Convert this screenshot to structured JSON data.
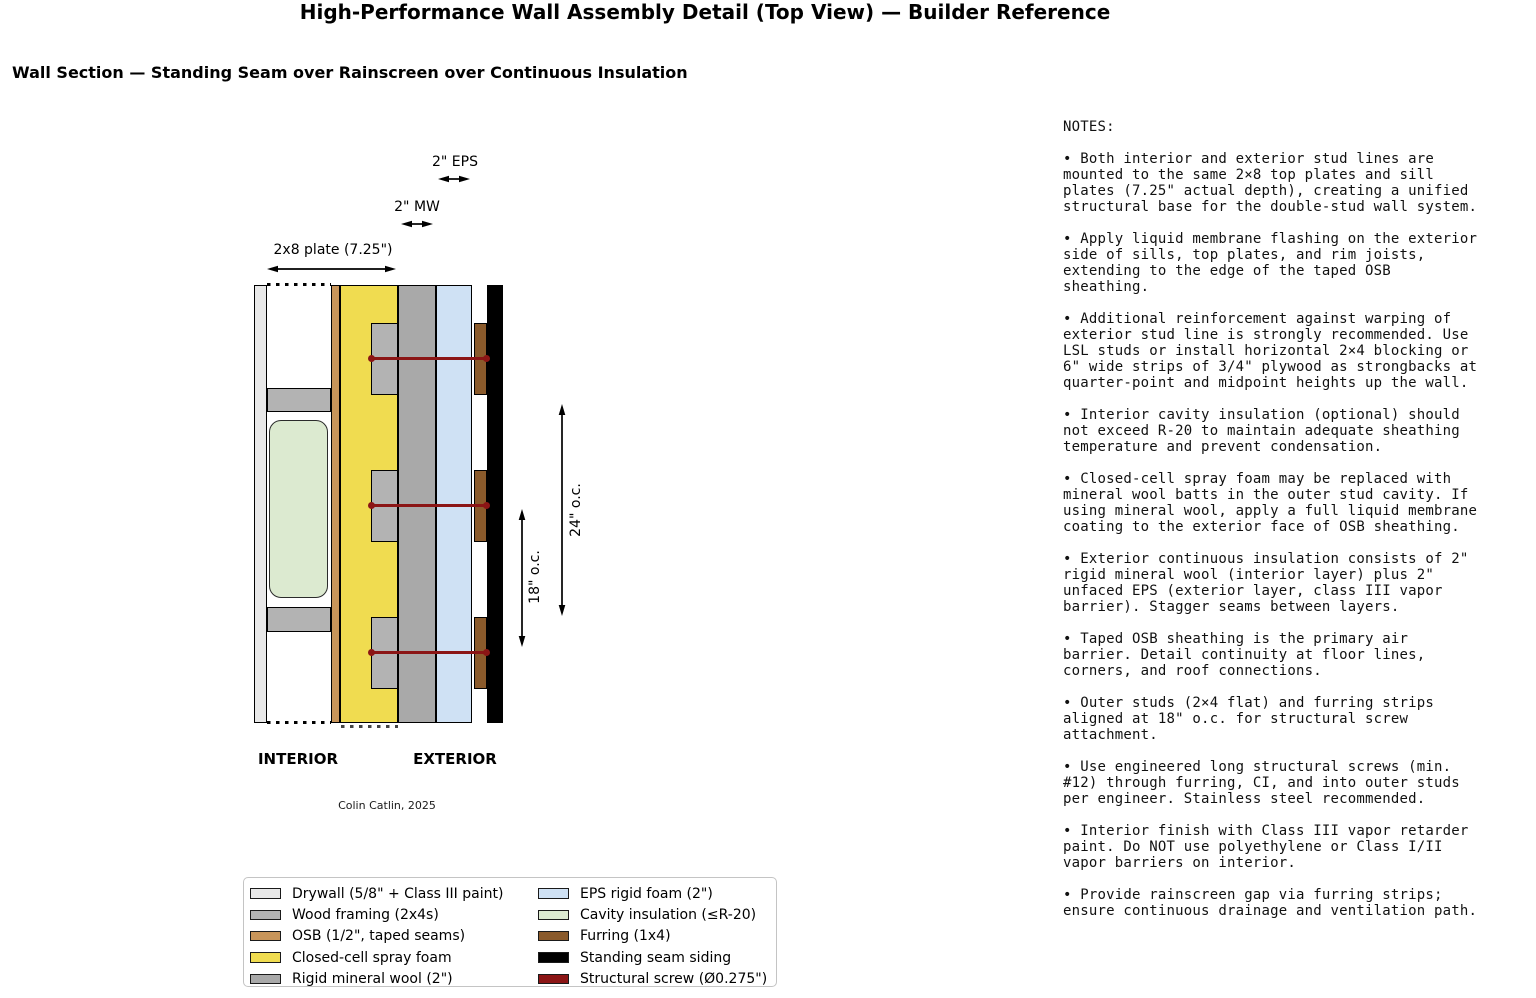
{
  "header": {
    "title": "High-Performance Wall Assembly Detail (Top View) — Builder Reference",
    "subtitle": "Wall Section — Standing Seam over Rainscreen over Continuous Insulation"
  },
  "diagram": {
    "dimensions": {
      "eps": "2\" EPS",
      "mw": "2\" MW",
      "plate": "2x8 plate (7.25\")",
      "oc24": "24\" o.c.",
      "oc18": "18\" o.c."
    },
    "labels": {
      "interior": "INTERIOR",
      "exterior": "EXTERIOR"
    },
    "attribution": "Colin Catlin, 2025",
    "colors": {
      "drywall": "#e8e8e8",
      "wood_framing": "#b3b3b3",
      "osb": "#c8955a",
      "spray_foam": "#f0dc50",
      "mineral_wool": "#a9a9a9",
      "eps": "#cfe1f4",
      "cavity_insulation": "#dcead0",
      "furring": "#8a5a2b",
      "siding": "#000000",
      "screw": "#8b1515"
    }
  },
  "legend": {
    "items": [
      {
        "label": "Drywall (5/8\" + Class III paint)",
        "color": "#e8e8e8"
      },
      {
        "label": "Wood framing (2x4s)",
        "color": "#b3b3b3"
      },
      {
        "label": "OSB (1/2\", taped seams)",
        "color": "#c8955a"
      },
      {
        "label": "Closed-cell spray foam",
        "color": "#f0dc50"
      },
      {
        "label": "Rigid mineral wool (2\")",
        "color": "#a9a9a9"
      },
      {
        "label": "EPS rigid foam (2\")",
        "color": "#cfe1f4"
      },
      {
        "label": "Cavity insulation (≤R-20)",
        "color": "#dcead0"
      },
      {
        "label": "Furring (1x4)",
        "color": "#8a5a2b"
      },
      {
        "label": "Standing seam siding",
        "color": "#000000"
      },
      {
        "label": "Structural screw (Ø0.275\")",
        "color": "#8b1515"
      }
    ]
  },
  "notes": {
    "title": "NOTES:",
    "items": [
      "• Both interior and exterior stud lines are\nmounted to the same 2×8 top plates and sill\nplates (7.25\" actual depth), creating a unified\nstructural base for the double-stud wall system.",
      "• Apply liquid membrane flashing on the exterior\nside of sills, top plates, and rim joists,\nextending to the edge of the taped OSB\nsheathing.",
      "• Additional reinforcement against warping of\nexterior stud line is strongly recommended. Use\nLSL studs or install horizontal 2×4 blocking or\n6\" wide strips of 3/4\" plywood as strongbacks at\nquarter-point and midpoint heights up the wall.",
      "• Interior cavity insulation (optional) should\nnot exceed R-20 to maintain adequate sheathing\ntemperature and prevent condensation.",
      "• Closed-cell spray foam may be replaced with\nmineral wool batts in the outer stud cavity. If\nusing mineral wool, apply a full liquid membrane\ncoating to the exterior face of OSB sheathing.",
      "• Exterior continuous insulation consists of 2\"\nrigid mineral wool (interior layer) plus 2\"\nunfaced EPS (exterior layer, class III vapor\nbarrier). Stagger seams between layers.",
      "• Taped OSB sheathing is the primary air\nbarrier. Detail continuity at floor lines,\ncorners, and roof connections.",
      "• Outer studs (2×4 flat) and furring strips\naligned at 18\" o.c. for structural screw\nattachment.",
      "• Use engineered long structural screws (min.\n#12) through furring, CI, and into outer studs\nper engineer. Stainless steel recommended.",
      "• Interior finish with Class III vapor retarder\npaint. Do NOT use polyethylene or Class I/II\nvapor barriers on interior.",
      "• Provide rainscreen gap via furring strips;\nensure continuous drainage and ventilation path."
    ]
  }
}
